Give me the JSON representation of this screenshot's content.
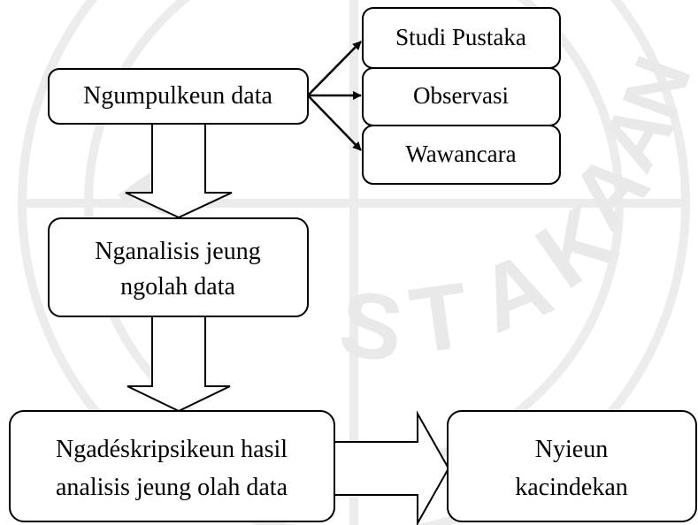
{
  "watermark": {
    "text": "PERPUSTAKAAN",
    "color": "#e9e9e9"
  },
  "nodes": {
    "collect": {
      "label": "Ngumpulkeun data"
    },
    "literature": {
      "label": "Studi Pustaka"
    },
    "observation": {
      "label": "Observasi"
    },
    "interview": {
      "label": "Wawancara"
    },
    "analyze": {
      "line1": "Nganalisis jeung",
      "line2": "ngolah data"
    },
    "describe": {
      "line1": "Ngadéskripsikeun hasil",
      "line2": "analisis jeung olah data"
    },
    "conclude": {
      "line1": "Nyieun",
      "line2": "kacindekan"
    }
  },
  "colors": {
    "stroke": "#000000",
    "fill": "#ffffff"
  }
}
